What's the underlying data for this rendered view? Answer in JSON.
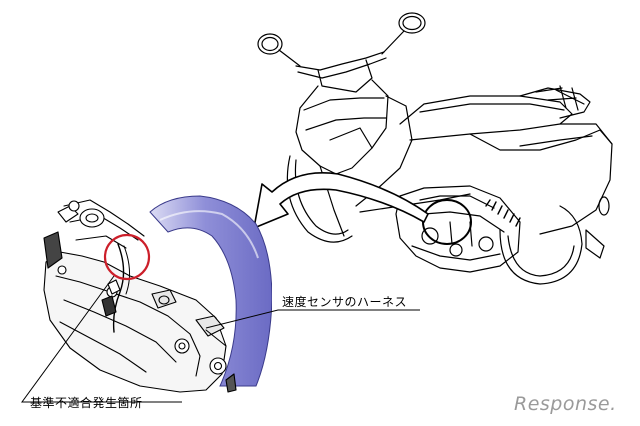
{
  "annotations": {
    "speed_sensor_harness": "速度センサのハーネス",
    "non_conformity_location": "基準不適合発生箇所"
  },
  "watermark": {
    "text": "Response.",
    "color": "#9a9a9a"
  },
  "colors": {
    "line": "#000000",
    "highlight_circle": "#cc1f2a",
    "wheel_tint": "#8f8fd8",
    "background": "#ffffff"
  }
}
